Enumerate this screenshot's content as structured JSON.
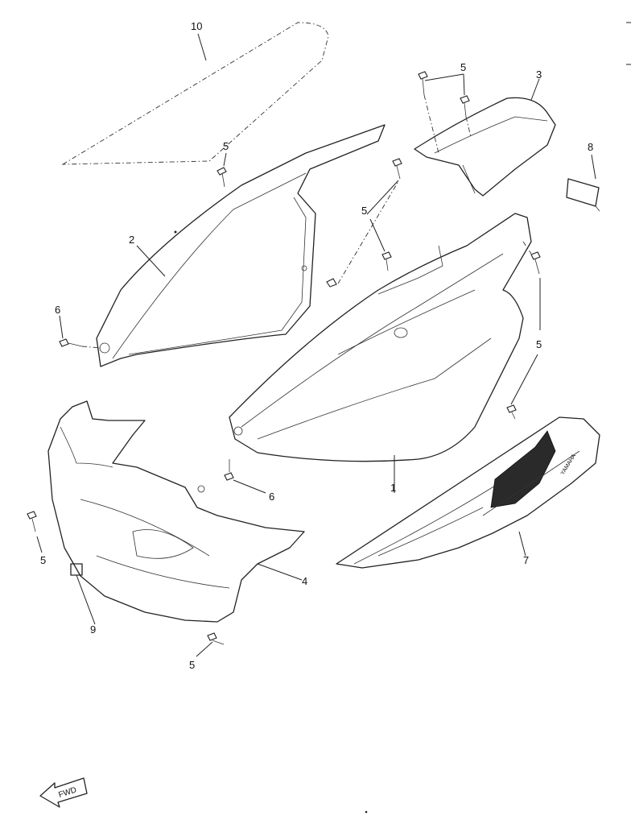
{
  "callouts": {
    "p10": "10",
    "p5_a": "5",
    "p3": "3",
    "p8": "8",
    "p5_b": "5",
    "p2": "2",
    "p5_c": "5",
    "p6_a": "6",
    "p5_d": "5",
    "p1": "1",
    "p6_b": "6",
    "p7": "7",
    "p5_e": "5",
    "p4": "4",
    "p9": "9",
    "p5_f": "5"
  },
  "decal_text": {
    "brand": "YAMAHA"
  },
  "fwd_marker": "FWD"
}
